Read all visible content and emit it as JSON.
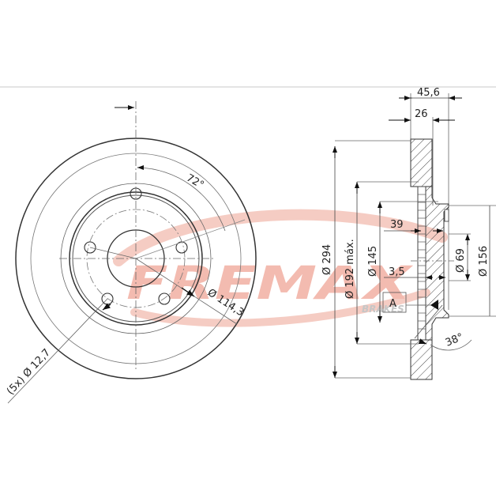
{
  "brand": {
    "name": "FREMAX",
    "subtitle": "BRAKES",
    "watermark_color": "#f2b9ae"
  },
  "front_view": {
    "bolt_holes": "(5x) Ø 12,7",
    "pcd": "Ø 114,3",
    "angle": "72°"
  },
  "side_view": {
    "width_total": "45,6",
    "thickness": "26",
    "outer_diameter": "Ø 294",
    "inner_diameter": "Ø 192 máx.",
    "hat_diameter": "Ø 145",
    "height": "39",
    "hub_thickness": "3,5",
    "center_bore": "Ø 69",
    "hub_diameter": "Ø 156",
    "section_label": "A",
    "chamfer_angle": "38°"
  },
  "colors": {
    "line": "#333333",
    "thin_line": "#666666",
    "divider": "#e4e4e4"
  }
}
